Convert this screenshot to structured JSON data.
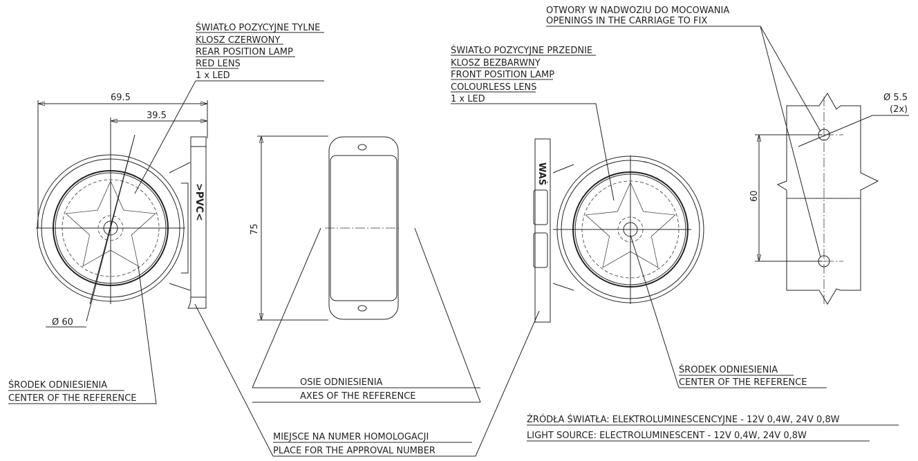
{
  "rear_lamp_label": [
    "ŚWIATŁO POZYCYJNE TYLNE",
    "KLOSZ  CZERWONY",
    "REAR POSITION LAMP",
    "RED LENS",
    "1 x LED"
  ],
  "front_lamp_label": [
    "ŚWIATŁO POZYCYJNE PRZEDNIE",
    "KLOSZ BEZBARWNY",
    "FRONT POSITION LAMP",
    "COLOURLESS LENS",
    "1 x LED"
  ],
  "openings_label": [
    "OTWORY W NADWOZIU DO MOCOWANIA",
    "OPENINGS IN THE CARRIAGE TO FIX"
  ],
  "dimensions": {
    "width_total": "69.5",
    "width_offset": "39.5",
    "diameter": "Ø 60",
    "height": "75",
    "hole_spacing": "60",
    "hole_diameter": "Ø 5.5",
    "hole_count": "(2x)"
  },
  "markings": {
    "rear_plate": ">PVC<",
    "front_plate": "WAŚ"
  },
  "reference_center_left": [
    "ŚRODEK ODNIESIENIA",
    "CENTER OF THE REFERENCE"
  ],
  "reference_center_right": [
    "ŚRODEK ODNIESIENIA",
    "CENTER OF THE REFERENCE"
  ],
  "reference_axes": [
    "OSIE ODNIESIENIA",
    "AXES OF THE REFERENCE"
  ],
  "approval_place": [
    "MIEJSCE NA NUMER HOMOLOGACJI",
    "PLACE FOR THE APPROVAL NUMBER"
  ],
  "light_source": [
    "ŹRÓDŁA ŚWIATŁA: ELEKTROLUMINESCENCYJNE - 12V 0,4W, 24V 0,8W",
    "LIGHT SOURCE: ELECTROLUMINESCENT - 12V 0,4W, 24V 0,8W"
  ]
}
